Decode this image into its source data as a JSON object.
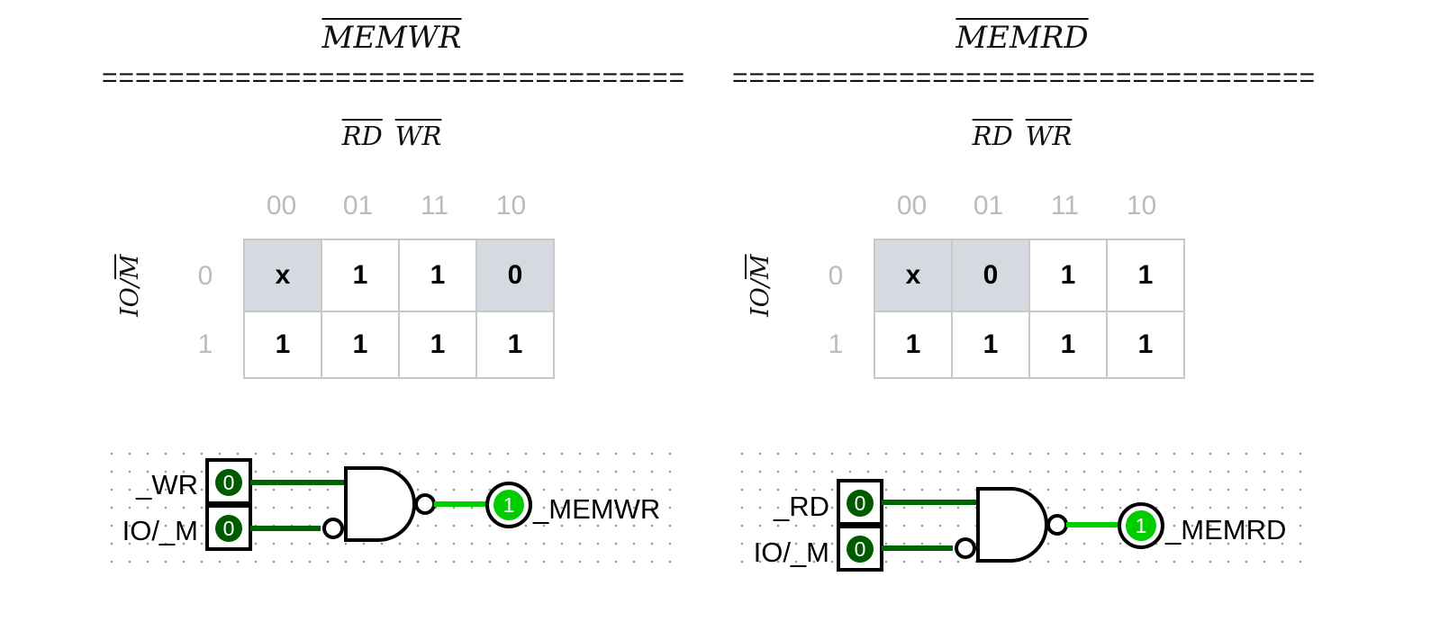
{
  "panels": [
    {
      "title": "MEMWR",
      "separator": "===================================",
      "col_vars": [
        "RD",
        "WR"
      ],
      "row_var_prefix": "IO/",
      "row_var_bar": "M",
      "col_headers": [
        "00",
        "01",
        "11",
        "10"
      ],
      "row_headers": [
        "0",
        "1"
      ],
      "cells": [
        [
          "x",
          "1",
          "1",
          "0"
        ],
        [
          "1",
          "1",
          "1",
          "1"
        ]
      ],
      "highlighted": [
        [
          true,
          false,
          false,
          true
        ],
        [
          false,
          false,
          false,
          false
        ]
      ],
      "circuit": {
        "inputs": [
          {
            "label": "_WR",
            "value": "0"
          },
          {
            "label": "IO/_M",
            "value": "0"
          }
        ],
        "output": {
          "label": "_MEMWR",
          "value": "1"
        }
      }
    },
    {
      "title": "MEMRD",
      "separator": "===================================",
      "col_vars": [
        "RD",
        "WR"
      ],
      "row_var_prefix": "IO/",
      "row_var_bar": "M",
      "col_headers": [
        "00",
        "01",
        "11",
        "10"
      ],
      "row_headers": [
        "0",
        "1"
      ],
      "cells": [
        [
          "x",
          "0",
          "1",
          "1"
        ],
        [
          "1",
          "1",
          "1",
          "1"
        ]
      ],
      "highlighted": [
        [
          true,
          true,
          false,
          false
        ],
        [
          false,
          false,
          false,
          false
        ]
      ],
      "circuit": {
        "inputs": [
          {
            "label": "_RD",
            "value": "0"
          },
          {
            "label": "IO/_M",
            "value": "0"
          }
        ],
        "output": {
          "label": "_MEMRD",
          "value": "1"
        }
      }
    }
  ],
  "colors": {
    "cell_highlight": "#d5dae1",
    "header_gray": "#bbbbbb",
    "wire_dark_green": "#006400",
    "wire_bright_green": "#00d000",
    "pin_dark": "#005a00",
    "pin_bright": "#00cc00"
  }
}
